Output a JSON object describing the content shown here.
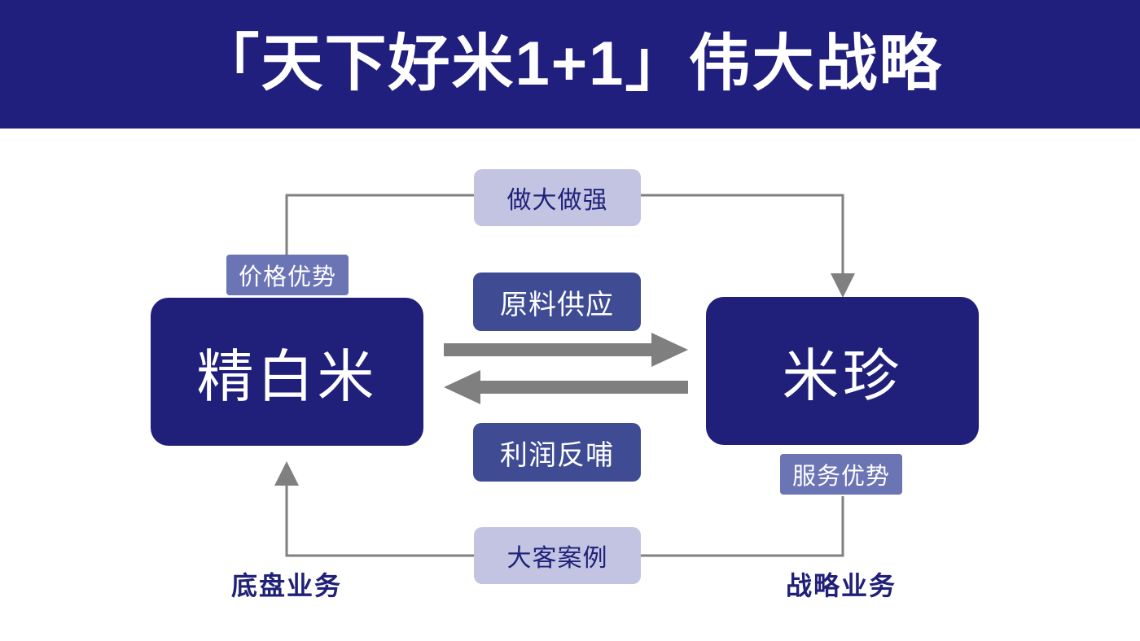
{
  "banner": {
    "title": "「天下好米1+1」伟大战略",
    "background_color": "#201f7d",
    "text_color": "#ffffff"
  },
  "colors": {
    "banner_navy": "#201f7d",
    "entity_navy": "#20207a",
    "flow_indigo": "#3f4c94",
    "loop_lavender": "#c2c4e1",
    "tag_slate": "#6b74b4",
    "connector_gray": "#808080",
    "arrow_gray": "#7f7f7f",
    "page_background": "#ffffff"
  },
  "diagram": {
    "entities": [
      {
        "id": "left",
        "label": "精白米"
      },
      {
        "id": "right",
        "label": "米珍"
      }
    ],
    "flows": [
      {
        "id": "supply",
        "label": "原料供应",
        "direction": "left-to-right"
      },
      {
        "id": "profit",
        "label": "利润反哺",
        "direction": "right-to-left"
      }
    ],
    "loops": [
      {
        "id": "grow",
        "label": "做大做强",
        "direction": "left-to-right"
      },
      {
        "id": "case",
        "label": "大客案例",
        "direction": "right-to-left"
      }
    ],
    "tags": [
      {
        "id": "price",
        "label": "价格优势",
        "attached_to": "left"
      },
      {
        "id": "service",
        "label": "服务优势",
        "attached_to": "right"
      }
    ],
    "captions": [
      {
        "id": "left",
        "label": "底盘业务"
      },
      {
        "id": "right",
        "label": "战略业务"
      }
    ]
  }
}
